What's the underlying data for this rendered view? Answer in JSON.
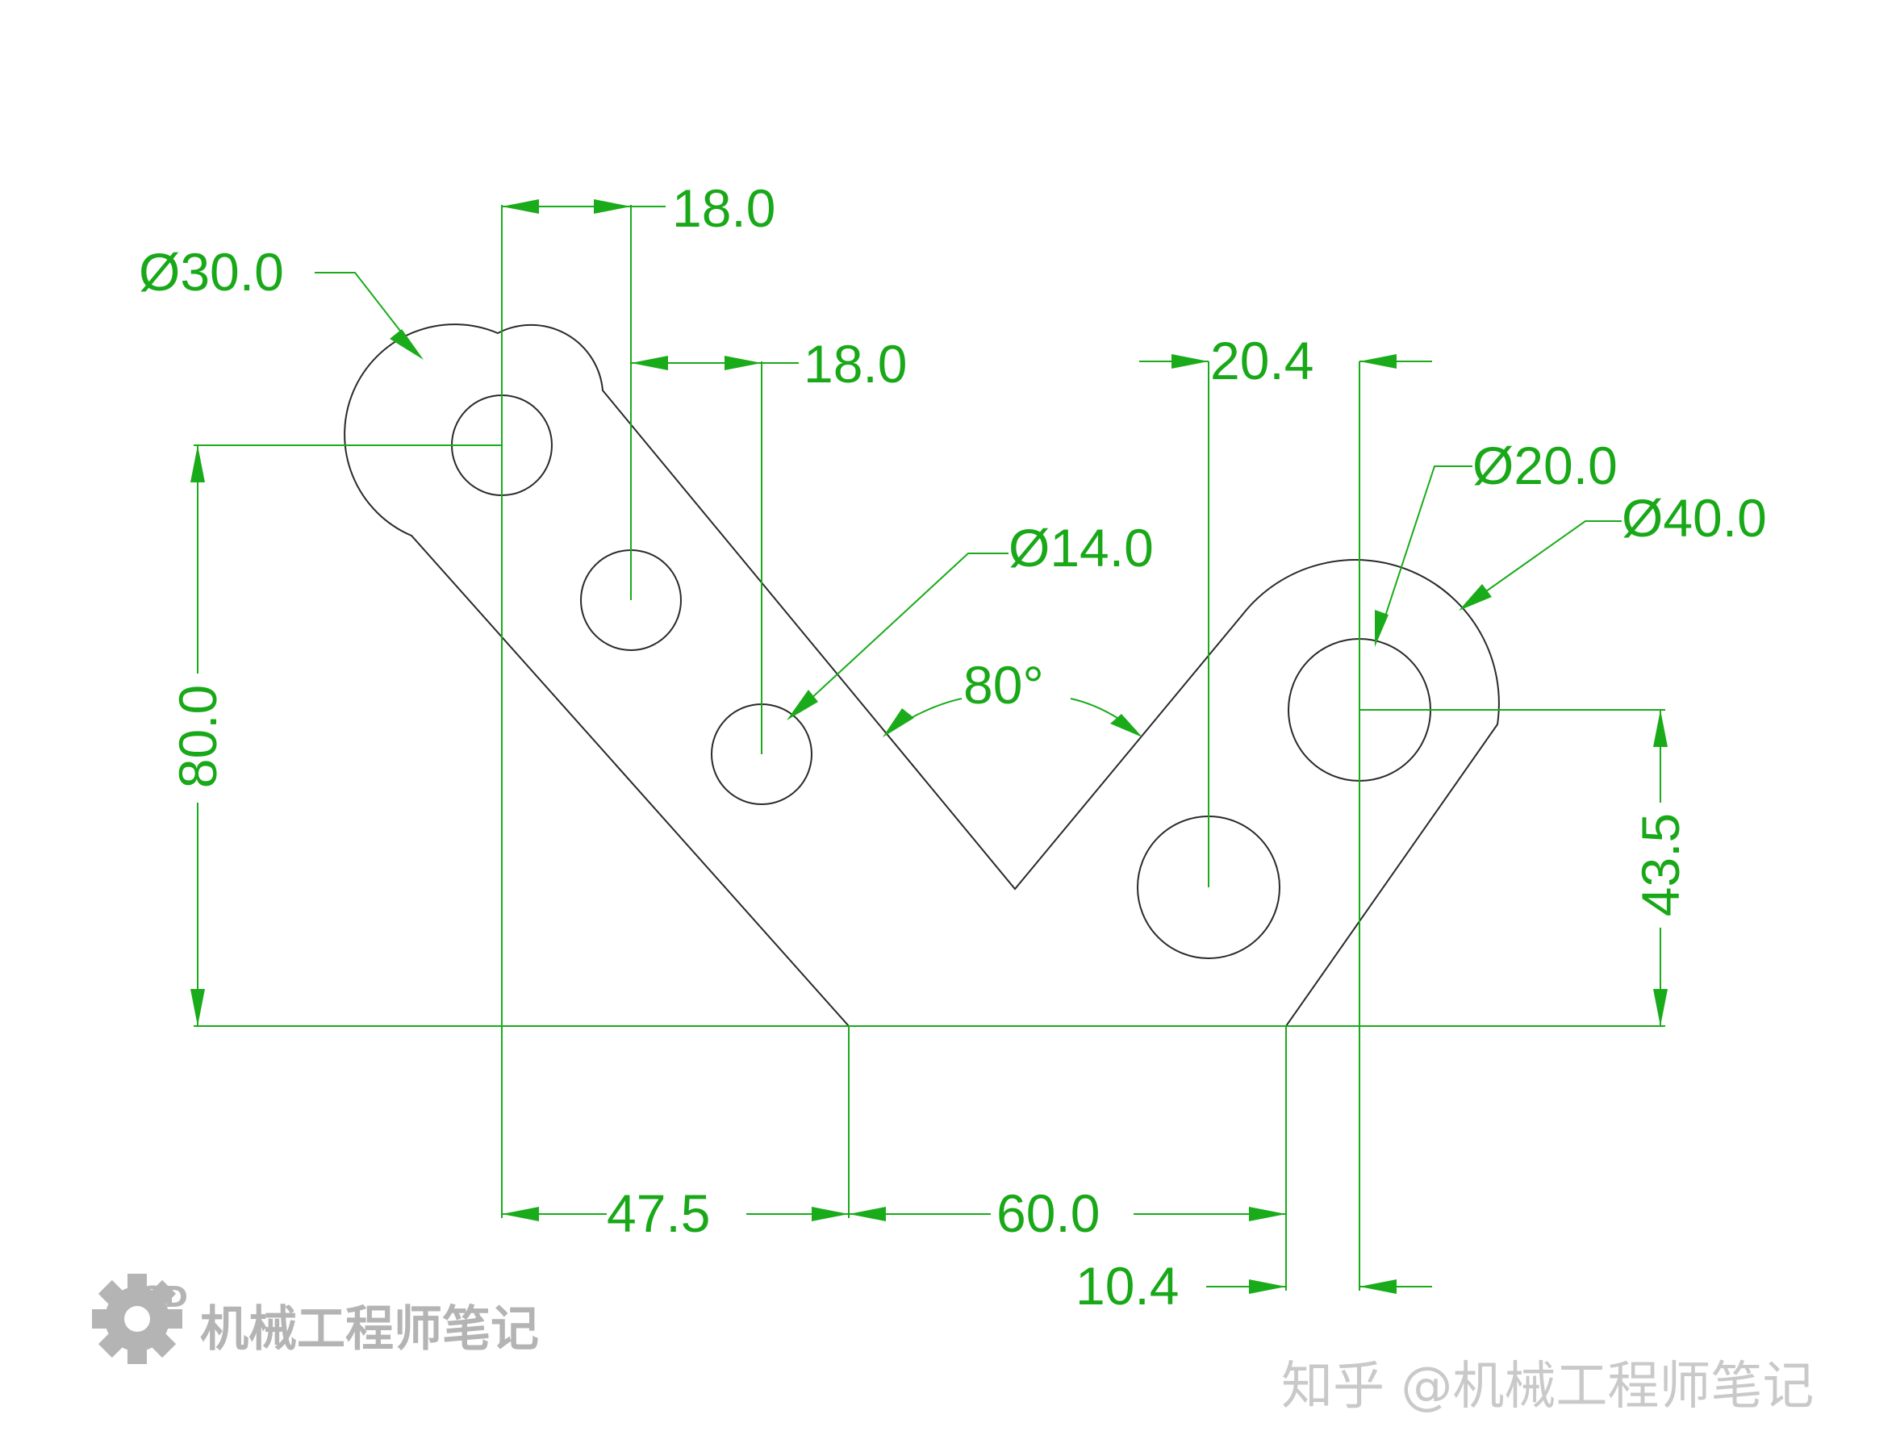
{
  "colors": {
    "dimension": "#1aab1a",
    "outline": "#2a2a2a",
    "watermark": "#b4b4b4"
  },
  "dimensions": {
    "top_hole_offset": "18.0",
    "second_hole_offset": "18.0",
    "right_hole_offset": "20.4",
    "dia_large_arc": "Ø30.0",
    "dia_small_hole": "Ø14.0",
    "dia_right_hole": "Ø20.0",
    "dia_right_arc": "Ø40.0",
    "angle": "80°",
    "height_left": "80.0",
    "height_right": "43.5",
    "bottom_left": "47.5",
    "bottom_mid": "60.0",
    "bottom_right": "10.4"
  },
  "watermark": {
    "left_text": "机械工程师笔记",
    "badge": "3D",
    "icon": "gear-icon",
    "right_text": "知乎 @机械工程师笔记"
  }
}
